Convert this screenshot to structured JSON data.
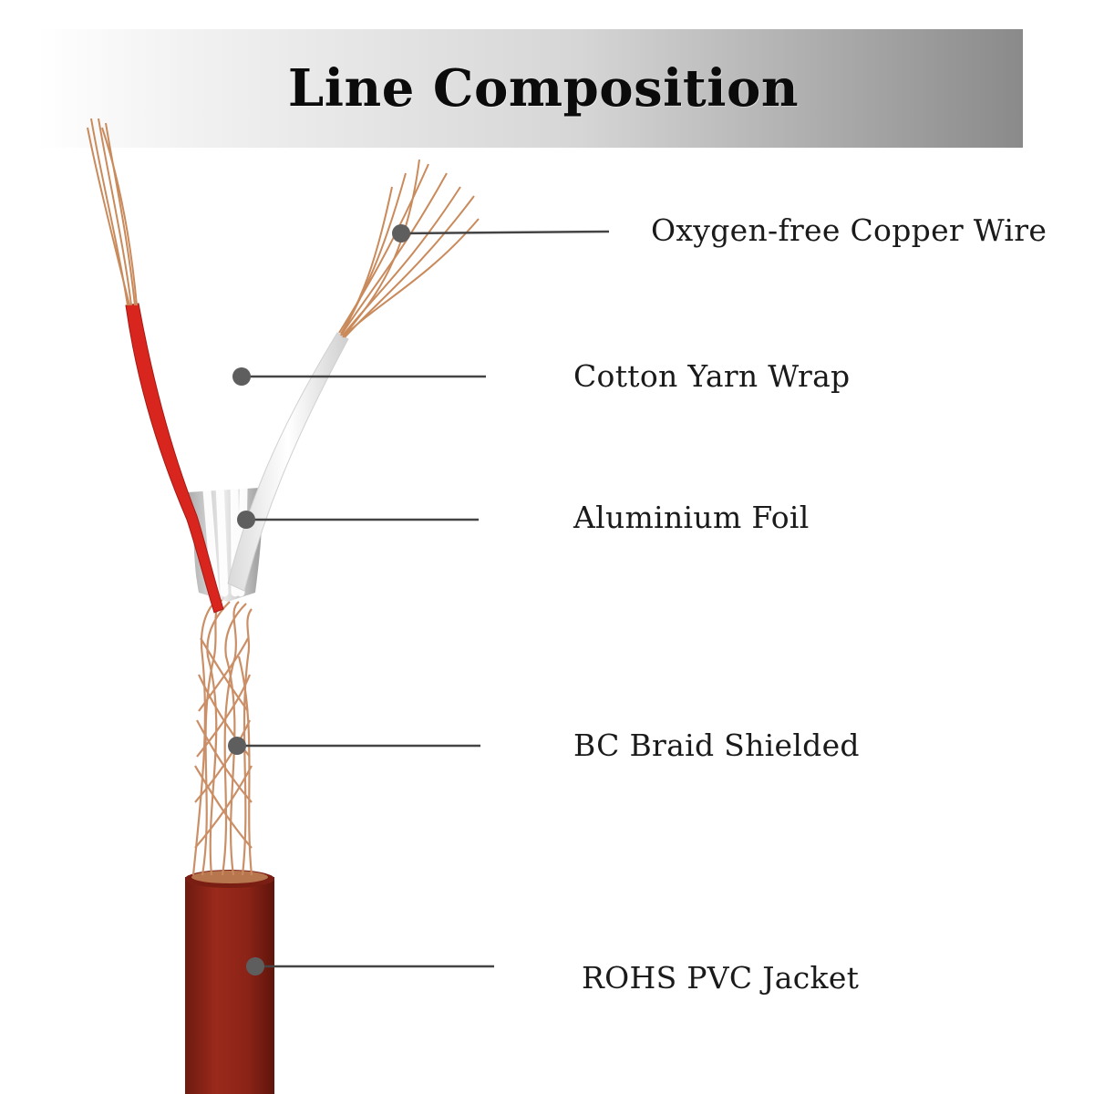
{
  "title": "Line Composition",
  "layers": [
    {
      "id": "copper",
      "label": "Oxygen-free Copper Wire"
    },
    {
      "id": "cotton",
      "label": "Cotton Yarn Wrap"
    },
    {
      "id": "foil",
      "label": "Aluminium Foil"
    },
    {
      "id": "braid",
      "label": "BC Braid Shielded"
    },
    {
      "id": "jacket",
      "label": "ROHS PVC Jacket"
    }
  ],
  "colors": {
    "jacket": "#8e2418",
    "copper": "#c98a5c",
    "red_insulation": "#d8261f",
    "white_insulation": "#f4f4f4",
    "callout_line": "#444444",
    "callout_dot": "#5e5e5e"
  }
}
